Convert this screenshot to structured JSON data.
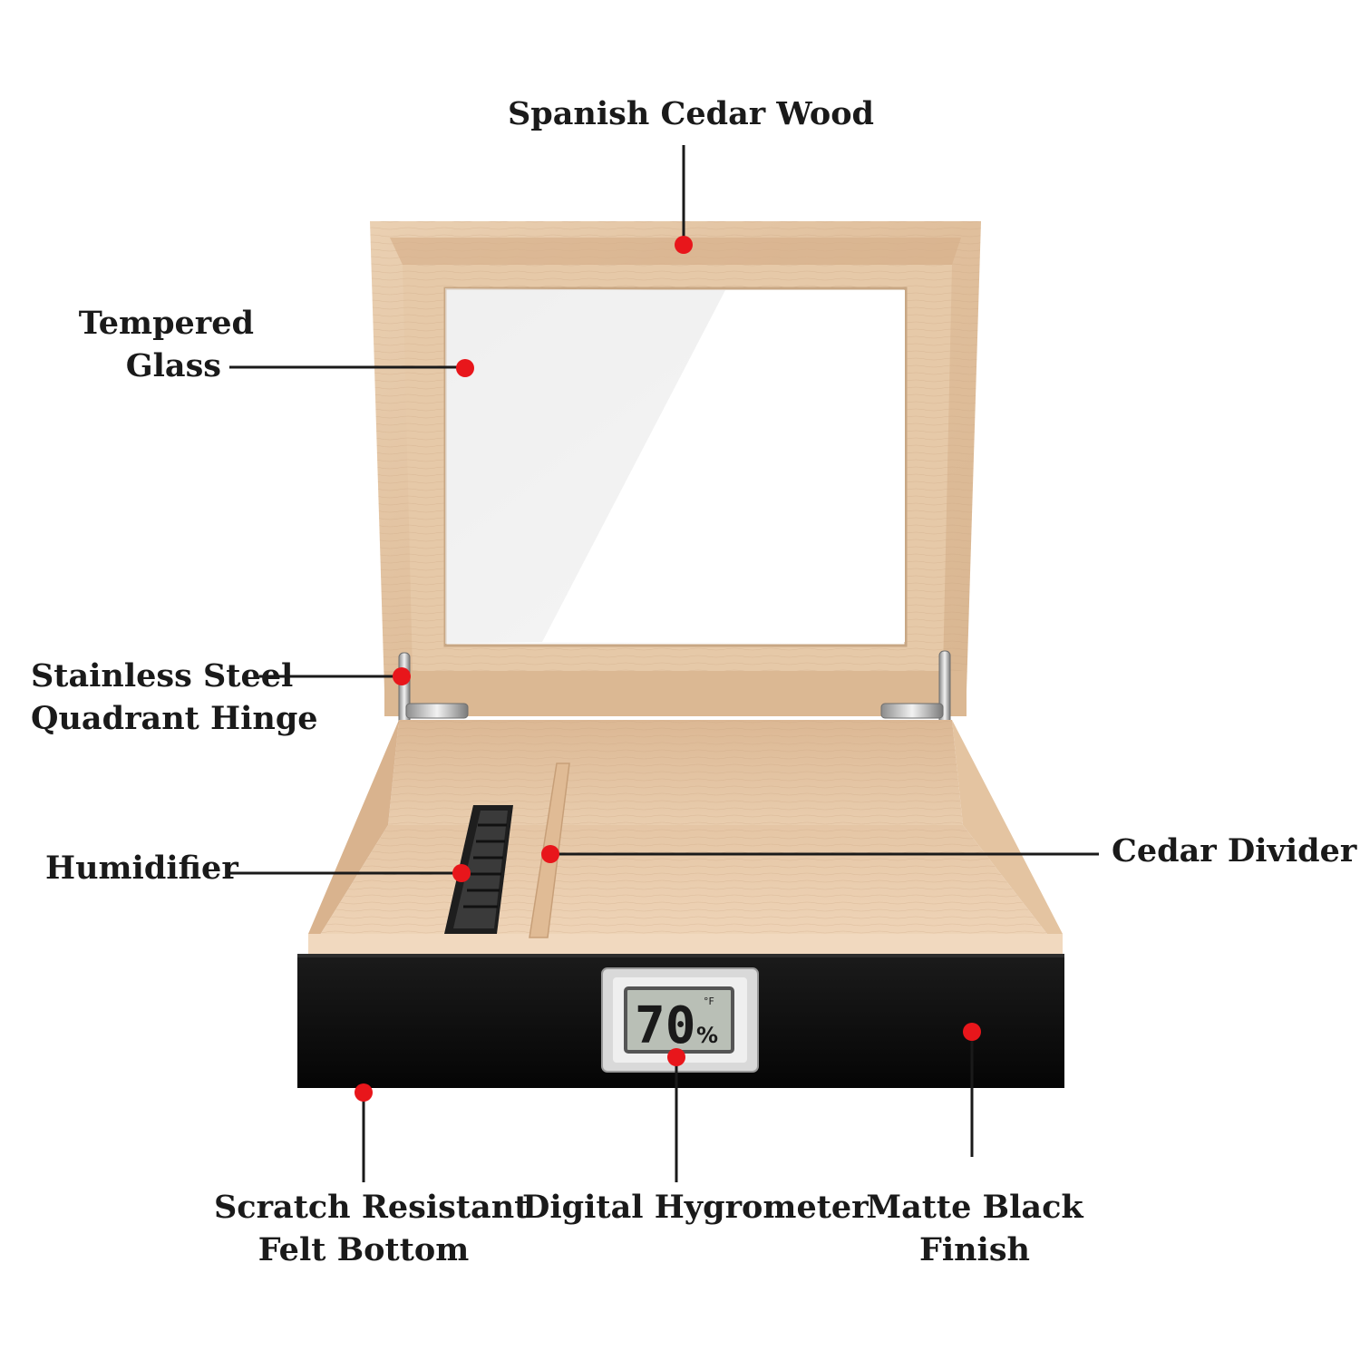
{
  "labels": {
    "spanish_cedar": "Spanish Cedar Wood",
    "tempered_glass": [
      "Tempered",
      "Glass"
    ],
    "hinge": [
      "Stainless Steel",
      "Quadrant Hinge"
    ],
    "humidifier": "Humidifier",
    "cedar_divider": "Cedar Divider",
    "felt_bottom": [
      "Scratch Resistant",
      "Felt Bottom"
    ],
    "hygrometer": "Digital Hygrometer",
    "matte_finish": [
      "Matte Black",
      "Finish"
    ]
  },
  "hygrometer_display": {
    "reading": "70",
    "unit": "%",
    "temp_mark": "°F"
  },
  "colors": {
    "marker": "#e8161b",
    "leader_line": "#1a1a1a",
    "cedar": "#e2c3a1",
    "box_black": "#111111"
  }
}
